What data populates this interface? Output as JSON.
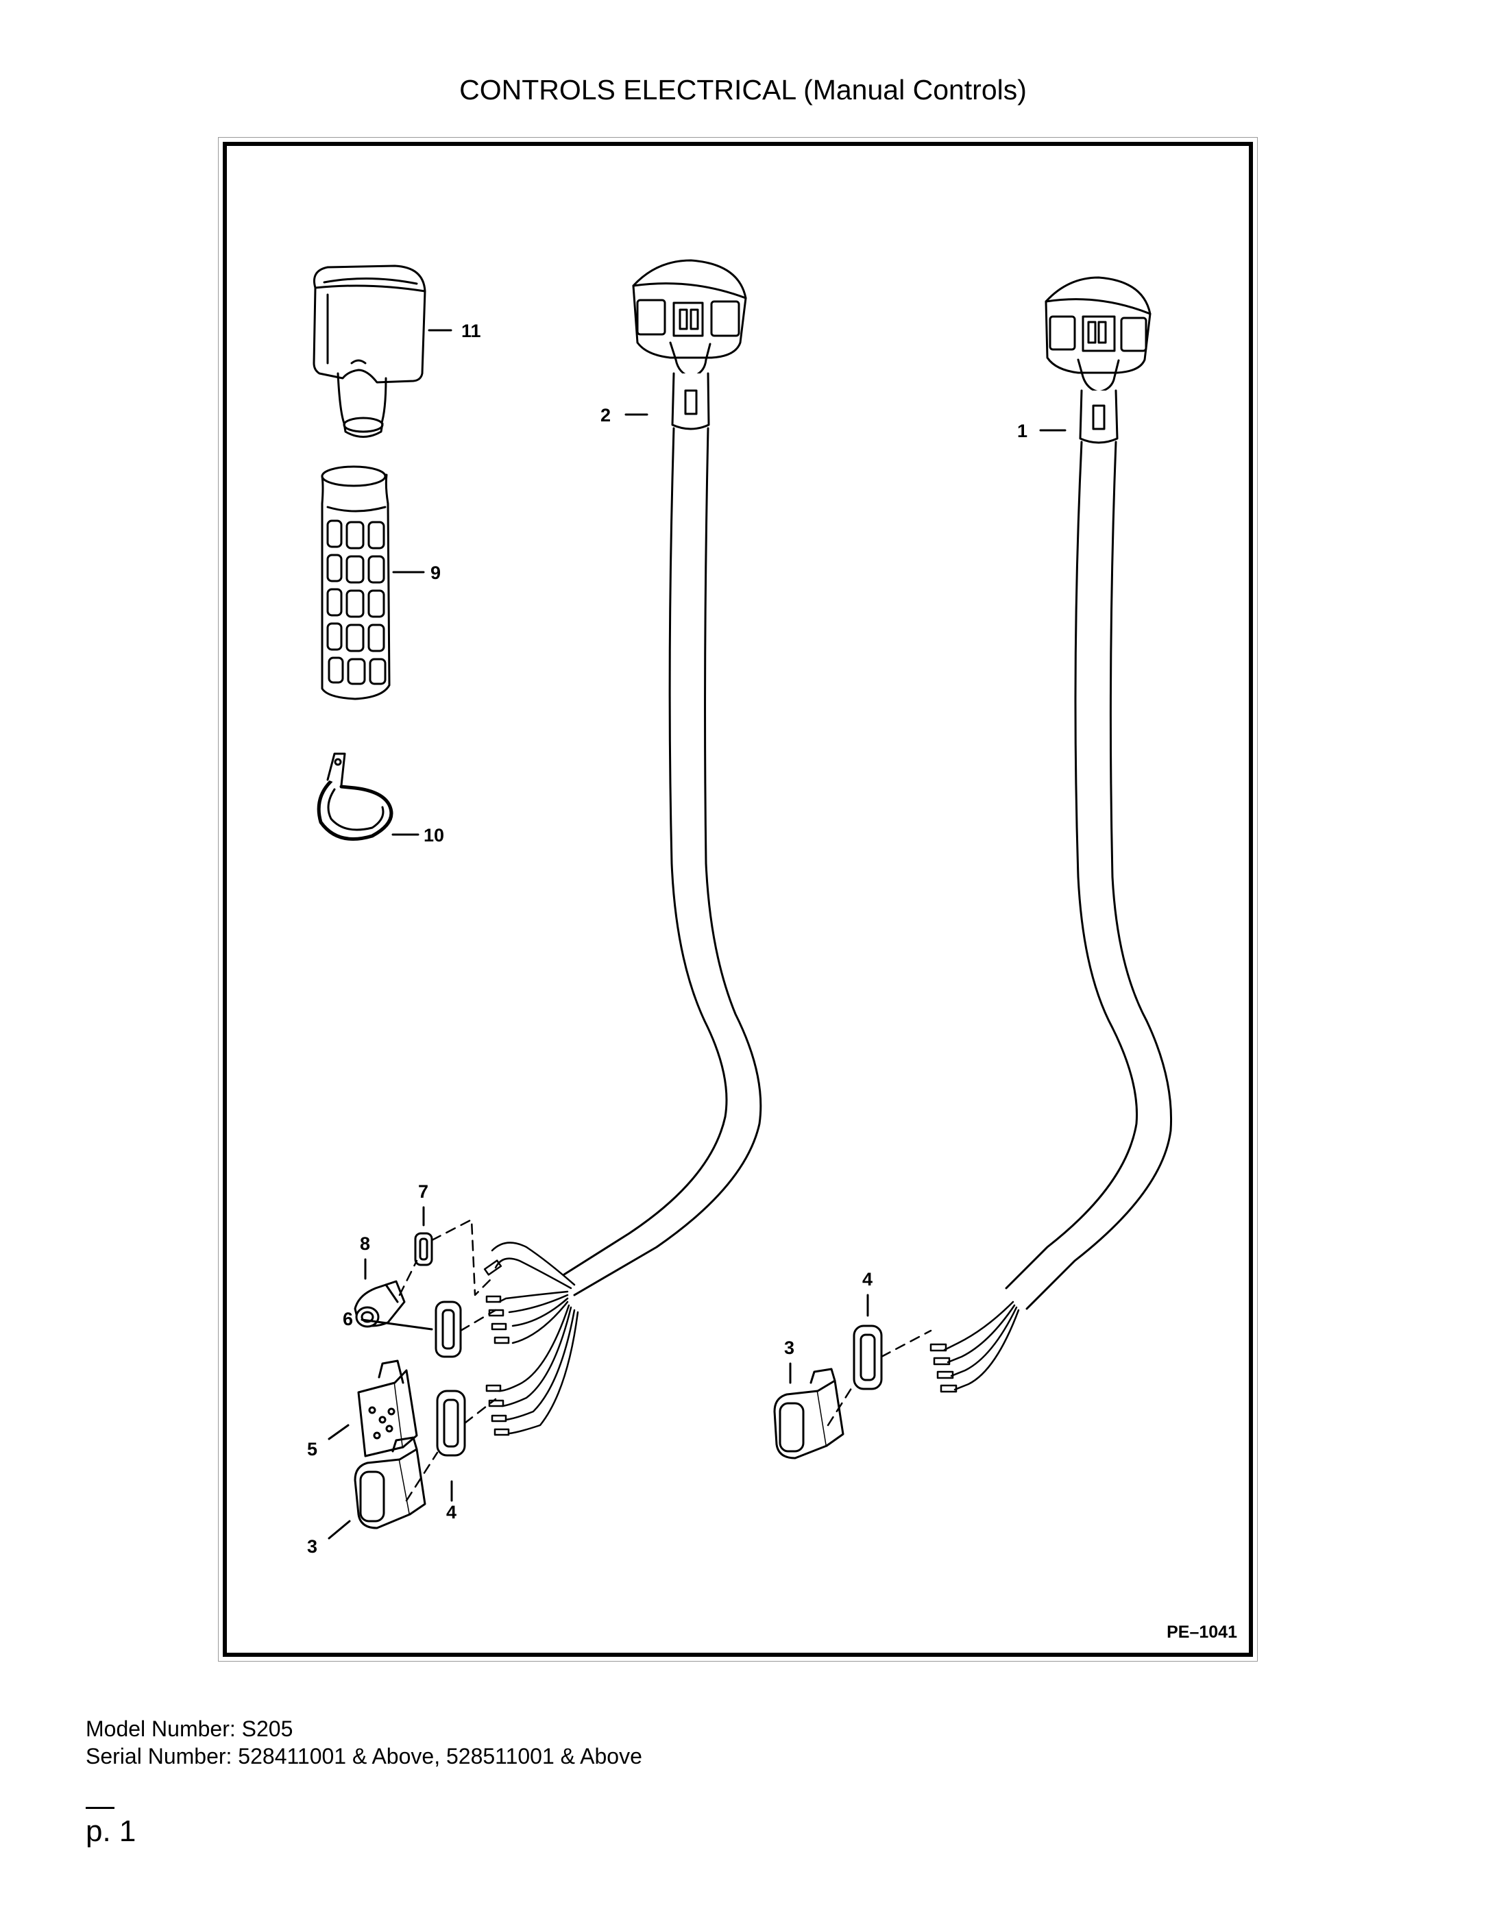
{
  "page": {
    "title": "CONTROLS ELECTRICAL (Manual Controls)",
    "figure_code": "PE–1041",
    "model_line": "Model Number: S205",
    "serial_line": "Serial Number: 528411001 & Above, 528511001 & Above",
    "page_number": "p. 1"
  },
  "callouts": [
    {
      "id": "c11",
      "label": "11"
    },
    {
      "id": "c2",
      "label": "2"
    },
    {
      "id": "c1",
      "label": "1"
    },
    {
      "id": "c9",
      "label": "9"
    },
    {
      "id": "c10",
      "label": "10"
    },
    {
      "id": "c7",
      "label": "7"
    },
    {
      "id": "c8",
      "label": "8"
    },
    {
      "id": "c6",
      "label": "6"
    },
    {
      "id": "c5",
      "label": "5"
    },
    {
      "id": "c4a",
      "label": "4"
    },
    {
      "id": "c3a",
      "label": "3"
    },
    {
      "id": "c4b",
      "label": "4"
    },
    {
      "id": "c3b",
      "label": "3"
    }
  ]
}
